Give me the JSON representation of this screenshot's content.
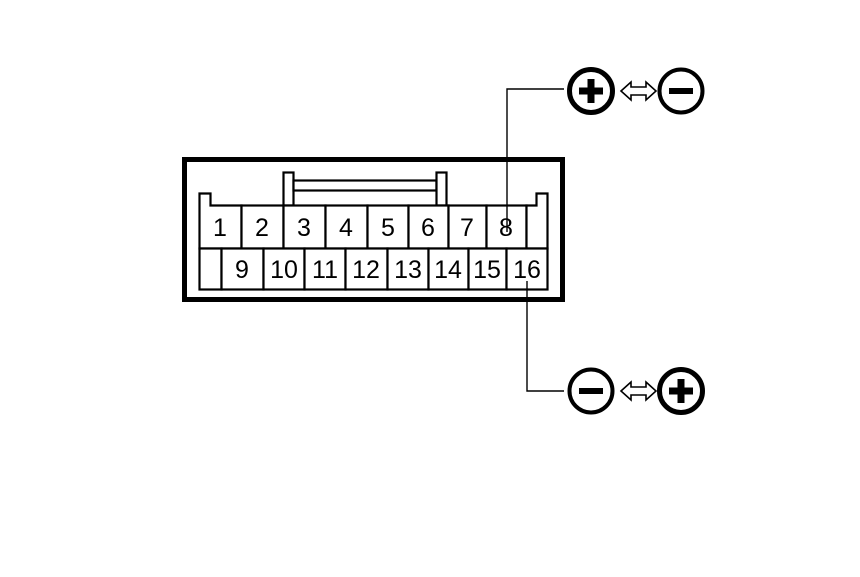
{
  "diagram": {
    "title": "16-pin connector terminal layout with polarity indicators",
    "type": "connector-pinout",
    "colors": {
      "stroke": "#000000",
      "background": "#ffffff",
      "fill": "#ffffff"
    },
    "connector": {
      "name": "connector-housing",
      "rows": [
        {
          "name": "top-row",
          "pins": [
            {
              "label": "1"
            },
            {
              "label": "2"
            },
            {
              "label": "3"
            },
            {
              "label": "4"
            },
            {
              "label": "5"
            },
            {
              "label": "6"
            },
            {
              "label": "7"
            },
            {
              "label": "8"
            },
            {
              "label": ""
            }
          ]
        },
        {
          "name": "bottom-row",
          "pins": [
            {
              "label": ""
            },
            {
              "label": "9"
            },
            {
              "label": "10"
            },
            {
              "label": "11"
            },
            {
              "label": "12"
            },
            {
              "label": "13"
            },
            {
              "label": "14"
            },
            {
              "label": "15"
            },
            {
              "label": "16"
            }
          ]
        }
      ],
      "latch": {
        "name": "latch-bar"
      }
    },
    "callouts": [
      {
        "name": "callout-top",
        "source_pin": "8",
        "symbols": [
          {
            "name": "plus-circle-icon",
            "glyph": "+"
          },
          {
            "name": "double-arrow-icon",
            "glyph": "<=>"
          },
          {
            "name": "minus-circle-icon",
            "glyph": "-"
          }
        ]
      },
      {
        "name": "callout-bottom",
        "source_pin": "16",
        "symbols": [
          {
            "name": "minus-circle-icon",
            "glyph": "-"
          },
          {
            "name": "double-arrow-icon",
            "glyph": "<=>"
          },
          {
            "name": "plus-circle-icon",
            "glyph": "+"
          }
        ]
      }
    ]
  }
}
